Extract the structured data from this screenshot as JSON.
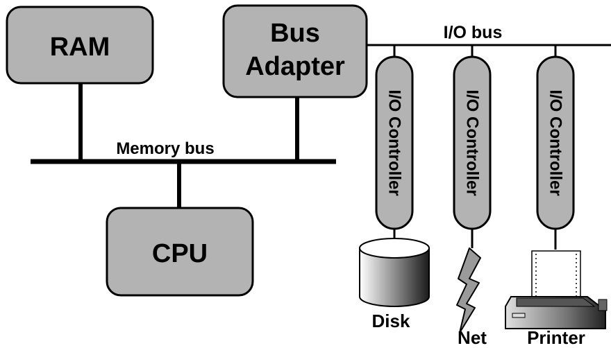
{
  "boxes": {
    "ram": "RAM",
    "bus_adapter_line1": "Bus",
    "bus_adapter_line2": "Adapter",
    "cpu": "CPU"
  },
  "buses": {
    "memory_bus": "Memory bus",
    "io_bus": "I/O bus"
  },
  "controllers": [
    "I/O Controller",
    "I/O Controller",
    "I/O Controller"
  ],
  "devices": {
    "disk": "Disk",
    "net": "Net",
    "printer": "Printer"
  },
  "colors": {
    "box_fill": "#b3b3b3",
    "stroke": "#000000"
  }
}
